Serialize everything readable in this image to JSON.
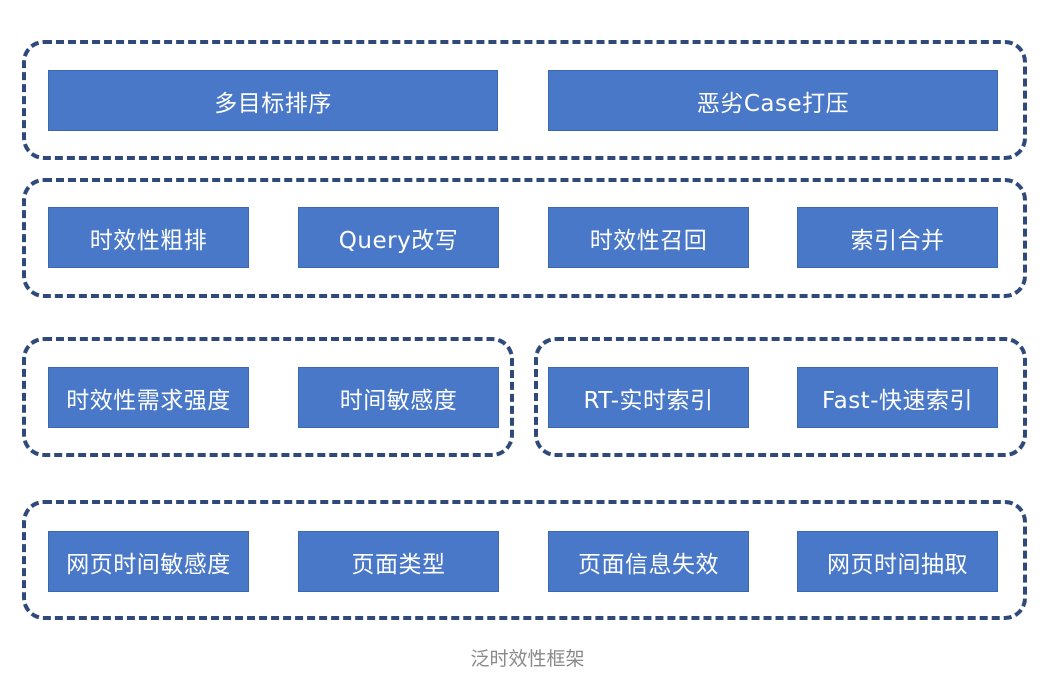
{
  "diagram": {
    "rows": [
      {
        "groups": [
          {
            "boxes": [
              "多目标排序",
              "恶劣Case打压"
            ]
          }
        ]
      },
      {
        "groups": [
          {
            "boxes": [
              "时效性粗排",
              "Query改写",
              "时效性召回",
              "索引合并"
            ]
          }
        ]
      },
      {
        "groups": [
          {
            "boxes": [
              "时效性需求强度",
              "时间敏感度"
            ]
          },
          {
            "boxes": [
              "RT-实时索引",
              "Fast-快速索引"
            ]
          }
        ]
      },
      {
        "groups": [
          {
            "boxes": [
              "网页时间敏感度",
              "页面类型",
              "页面信息失效",
              "网页时间抽取"
            ]
          }
        ]
      }
    ],
    "caption": "泛时效性框架"
  },
  "colors": {
    "box_fill": "#4a78c8",
    "box_text": "#ffffff",
    "dashed_border": "#2f4a7a",
    "caption_text": "#8a8a8a"
  }
}
